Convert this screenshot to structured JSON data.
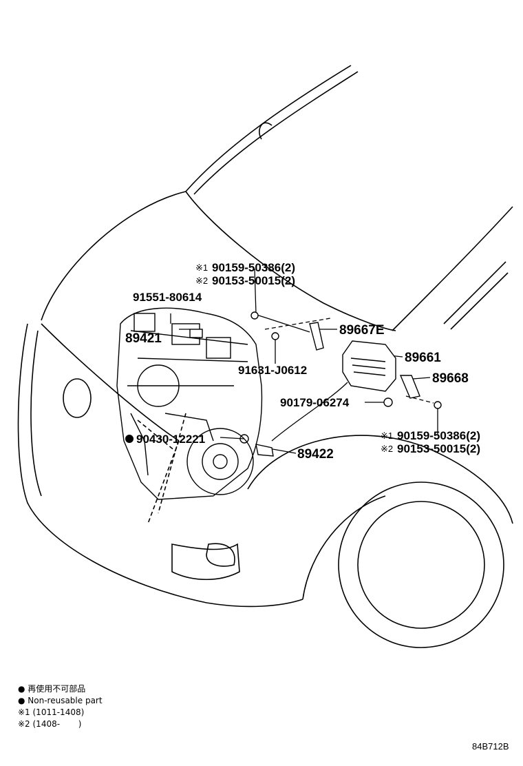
{
  "parts": {
    "p_89667e": "89667E",
    "p_89661": "89661",
    "p_89668": "89668",
    "p_90179": "90179-06274",
    "p_89422": "89422",
    "p_89421": "89421",
    "p_91551": "91551-80614",
    "p_91631": "91631-J0612",
    "p_90430": "90430-12221",
    "top_bolt_1_mark": "※1",
    "top_bolt_1": "90159-50386(2)",
    "top_bolt_2_mark": "※2",
    "top_bolt_2": "90153-50015(2)",
    "right_bolt_1_mark": "※1",
    "right_bolt_1": "90159-50386(2)",
    "right_bolt_2_mark": "※2",
    "right_bolt_2": "90153-50015(2)"
  },
  "notes": {
    "non_reusable_jp": "● 再使用不可部品",
    "non_reusable_en": "● Non-reusable part",
    "range_1": "※1 (1011-1408)",
    "range_2": "※2 (1408-       )"
  },
  "diagram_code": "84B712B"
}
